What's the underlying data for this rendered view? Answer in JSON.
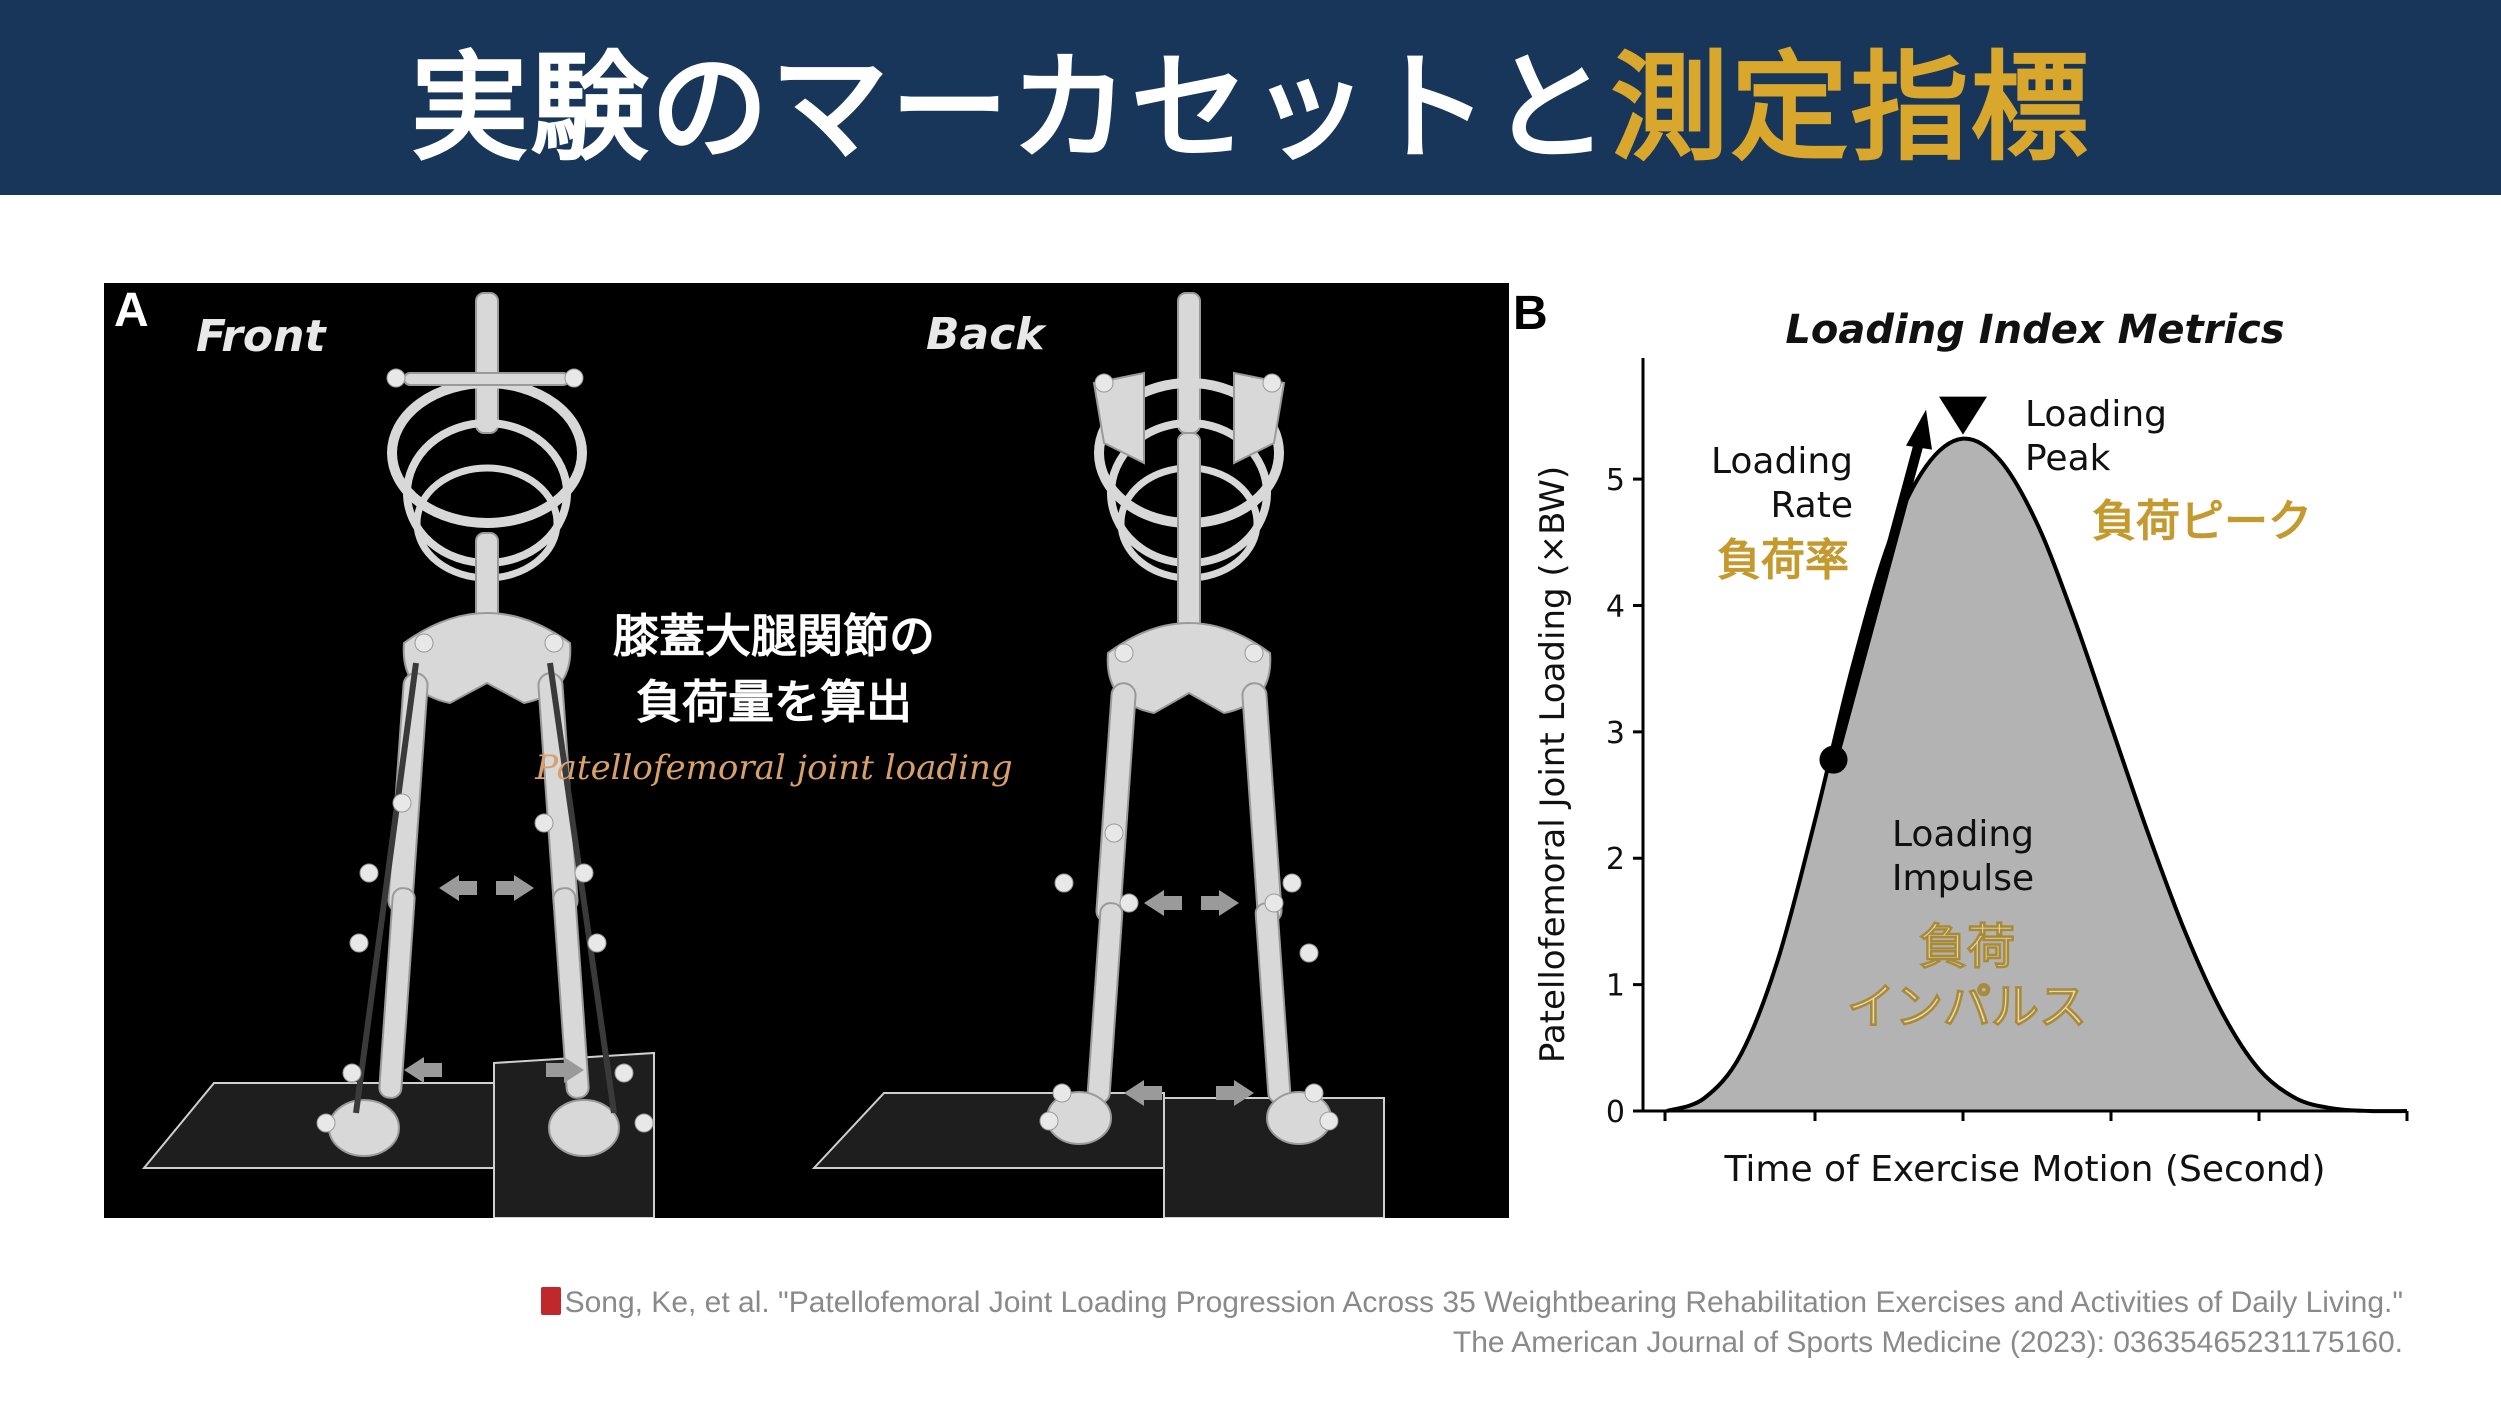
{
  "header": {
    "title_main": "実験のマーカセットと",
    "title_accent": "測定指標",
    "background_color": "#17365a",
    "accent_color": "#d9a72b"
  },
  "panel_a": {
    "letter": "A",
    "front_label": "Front",
    "back_label": "Back",
    "center_text_line1": "膝蓋大腿関節の",
    "center_text_line2": "負荷量を算出",
    "center_text_en": "Patellofemoral joint loading"
  },
  "panel_b": {
    "letter": "B",
    "chart_title": "Loading Index Metrics",
    "loading_rate_en_line1": "Loading",
    "loading_rate_en_line2": "Rate",
    "loading_rate_jp": "負荷率",
    "loading_peak_en_line1": "Loading",
    "loading_peak_en_line2": "Peak",
    "loading_peak_jp": "負荷ピーク",
    "loading_impulse_en_line1": "Loading",
    "loading_impulse_en_line2": "Impulse",
    "loading_impulse_jp_line1": "負荷",
    "loading_impulse_jp_line2": "インパルス",
    "annotation_color": "#c49a2e",
    "fill_color": "#b3b3b3"
  },
  "chart_data": {
    "type": "area",
    "title": "Loading Index Metrics",
    "xlabel": "Time of Exercise Motion (Second)",
    "ylabel": "Patellofemoral Joint Loading (×BW)",
    "ylim": [
      0,
      5.8
    ],
    "yticks": [
      0,
      1,
      2,
      3,
      4,
      5
    ],
    "ytick_labels": [
      "0",
      "1",
      "2",
      "3",
      "4",
      "5"
    ],
    "xlim": [
      0,
      1
    ],
    "x": [
      0,
      0.05,
      0.1,
      0.15,
      0.2,
      0.25,
      0.3,
      0.35,
      0.4,
      0.45,
      0.5,
      0.55,
      0.6,
      0.65,
      0.7,
      0.75,
      0.8,
      0.85,
      0.9,
      0.95,
      1.0
    ],
    "y": [
      0.0,
      0.1,
      0.45,
      1.2,
      2.3,
      3.5,
      4.5,
      5.1,
      5.32,
      5.15,
      4.65,
      3.9,
      3.05,
      2.2,
      1.42,
      0.78,
      0.33,
      0.1,
      0.02,
      0.0,
      0.0
    ],
    "loading_rate_start": {
      "x": 0.225,
      "y": 2.78
    },
    "loading_rate_end": {
      "x": 0.35,
      "y": 5.55
    },
    "peak_point": {
      "x": 0.4,
      "y": 5.32
    },
    "grid": false
  },
  "citation": {
    "line1": "Song, Ke, et al. \"Patellofemoral Joint Loading Progression Across 35 Weightbearing Rehabilitation Exercises and Activities of Daily Living.\"",
    "line2": "The American Journal of Sports Medicine (2023): 03635465231175160."
  }
}
